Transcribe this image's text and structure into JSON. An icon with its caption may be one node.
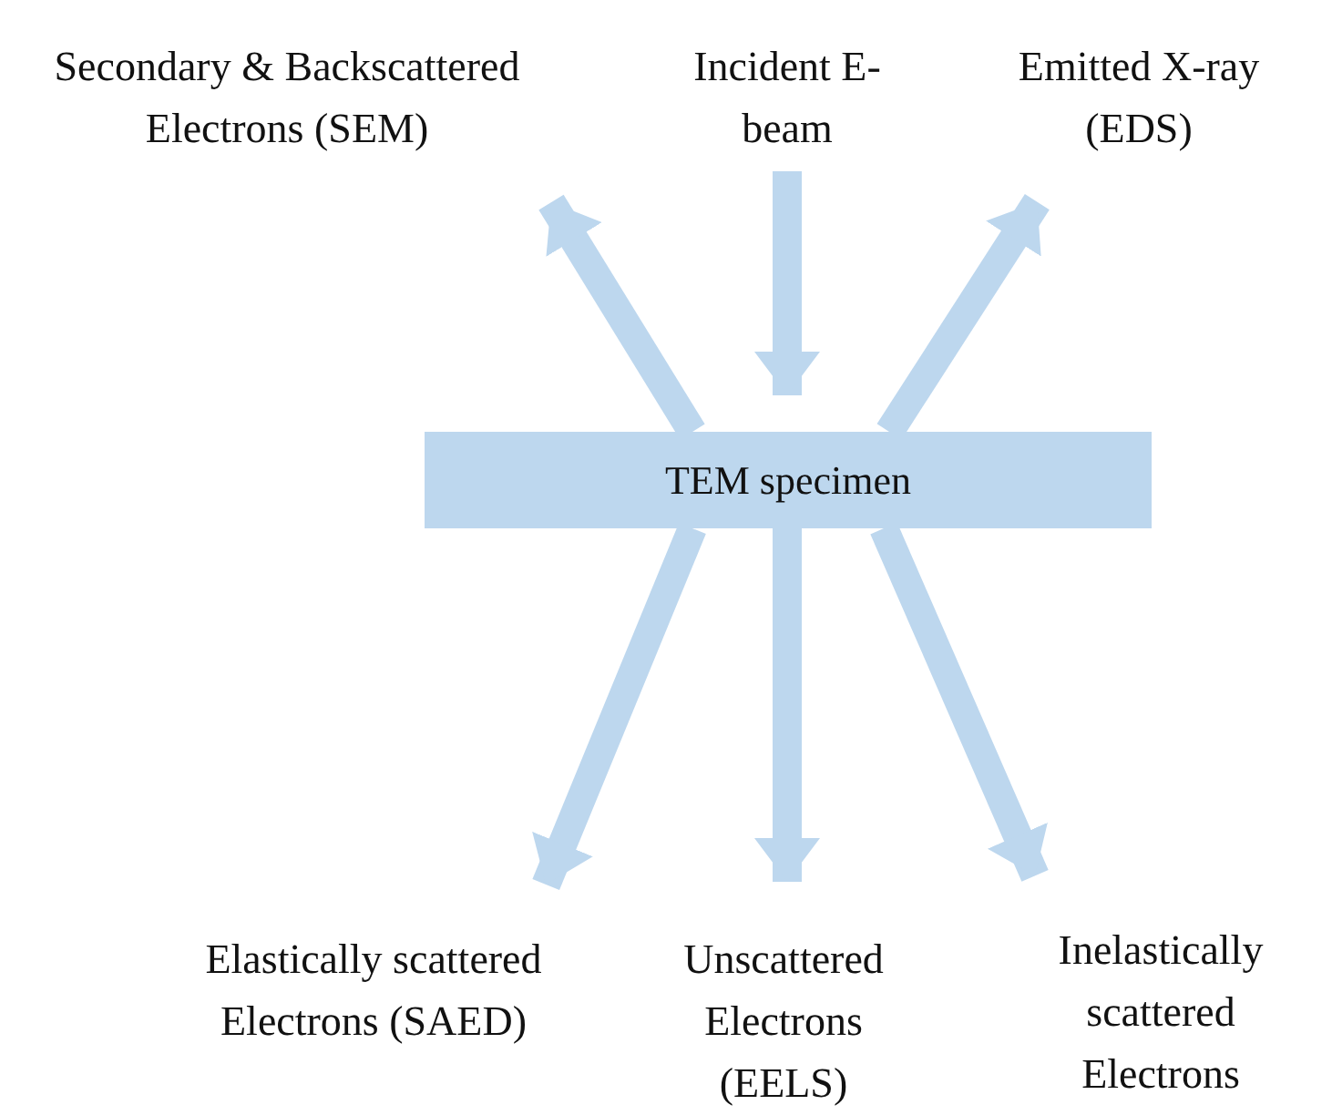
{
  "diagram": {
    "nodes": [
      {
        "text": [
          "Secondary & Backscattered Electrons (SEM)"
        ]
      },
      {
        "text": [
          "Incident E- beam"
        ]
      },
      {
        "text": [
          "Emitted X-ray (EDS)"
        ]
      },
      {
        "text": [
          "TEM specimen"
        ]
      },
      {
        "text": [
          "Elastically scattered Electrons (SAED)"
        ]
      },
      {
        "text": [
          "Unscattered Electrons (EELS)"
        ]
      },
      {
        "text": [
          "Inelastically scattered Electrons"
        ]
      }
    ],
    "edges": [
      {
        "from": 1,
        "to": 3,
        "arrow": "to"
      },
      {
        "from": 3,
        "to": 0,
        "arrow": "to"
      },
      {
        "from": 3,
        "to": 2,
        "arrow": "to"
      },
      {
        "from": 3,
        "to": 4,
        "arrow": "to"
      },
      {
        "from": 3,
        "to": 5,
        "arrow": "to"
      },
      {
        "from": 3,
        "to": 6,
        "arrow": "to"
      }
    ]
  }
}
